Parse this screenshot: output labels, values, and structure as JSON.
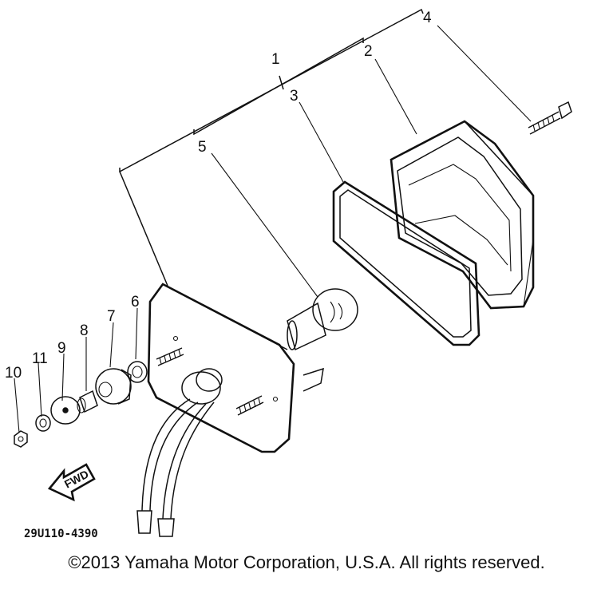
{
  "diagram": {
    "callouts": [
      {
        "id": "1",
        "label": "1"
      },
      {
        "id": "2",
        "label": "2"
      },
      {
        "id": "3",
        "label": "3"
      },
      {
        "id": "4",
        "label": "4"
      },
      {
        "id": "5",
        "label": "5"
      },
      {
        "id": "6",
        "label": "6"
      },
      {
        "id": "7",
        "label": "7"
      },
      {
        "id": "8",
        "label": "8"
      },
      {
        "id": "9",
        "label": "9"
      },
      {
        "id": "10",
        "label": "10"
      },
      {
        "id": "11",
        "label": "11"
      }
    ],
    "fwd_label": "FWD",
    "part_code": "29U110-4390"
  },
  "footer": {
    "copyright": "©2013 Yamaha Motor Corporation, U.S.A. All rights reserved."
  }
}
